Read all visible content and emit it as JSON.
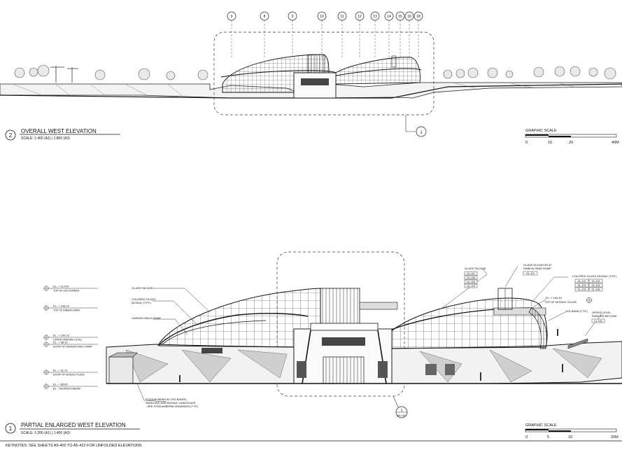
{
  "overall": {
    "number": "2",
    "title": "OVERALL WEST ELEVATION",
    "scale": "SCALE: 1:400 (A1) | 1:800 (A3)",
    "callout": "1",
    "grid_bubbles": [
      "9",
      "8",
      "9",
      "10",
      "11",
      "12",
      "13",
      "14",
      "15",
      "16",
      "18"
    ],
    "graphic_scale": {
      "label": "GRAPHIC SCALE",
      "ticks": [
        "0",
        "10",
        "20",
        "40M"
      ]
    }
  },
  "partial": {
    "number": "1",
    "title": "PARTIAL ENLARGED WEST ELEVATION",
    "scale": "SCALE: 1:200 (A1) | 1:400 (A3)",
    "callout_num": "1",
    "callout_sheet": "A5-100",
    "graphic_scale": {
      "label": "GRAPHIC SCALE",
      "ticks": [
        "0",
        "5",
        "10",
        "20M"
      ]
    },
    "levels": [
      {
        "el": "EL. + 110.00",
        "name": "TOP OF LED SCREEN"
      },
      {
        "el": "EL. + 106.10",
        "name": "TOP OF RIBBON PARK"
      },
      {
        "el": "EL. + 100.10",
        "name": "UPPER PARKING LEVEL"
      },
      {
        "el": "EL. + 98.10",
        "name": "ENTRY AT GARDEN WALK RAMP"
      },
      {
        "el": "EL. + 91.10",
        "name": "ENTRY AT MOSAIC PLAZA"
      },
      {
        "el": "EL. + 86.60",
        "name": "B1 - THEATER/CINEMA"
      }
    ],
    "notes": {
      "glass_facade_left": "GLASS FACADE",
      "colored_glass_left": "COLORED GLASS MOSAIC (TYP.)",
      "garden_walk": "GARDEN WALK RAMP",
      "podium": "PODIUM BERM W/ LED BANDS, WINDOWS AND MOSAIC LANDSCAPE - SEE PODIUM/BERM DRAWINGS (TYP.)",
      "glass_facade_right": "GLASS FACADE",
      "glass_tags_right": [
        "GL-107",
        "GL-108",
        "GL-109",
        "GL-110"
      ],
      "glass_elevator": "GLASS ELEVATOR AT RIBBON PARK RAMP",
      "elevator_tag": "GL-112",
      "colored_glass_right": "COLORED GLASS MOSAIC (TYP.)",
      "mosaic_tags": [
        "GL-101",
        "GL-102",
        "GL-103",
        "GL-104",
        "GL-105",
        "GL-106"
      ],
      "top_mosaic": "TOP OF MOSAIC GLASS",
      "top_mosaic_el": "EL. + 109.40",
      "led_band": "LED BAND (TYP.)",
      "upper_parking": "UPPER LEVEL PARKING BEYOND",
      "upper_tag": "CL-101"
    }
  },
  "keynotes": "KEYNOTES:  SEE SHEETS A5-400 TO A5-422 FOR UNFOLDED ELEVATIONS",
  "colors": {
    "ink": "#111111",
    "grey": "#8a8a8a",
    "panel": "#c9c9c9",
    "dark": "#555555"
  }
}
